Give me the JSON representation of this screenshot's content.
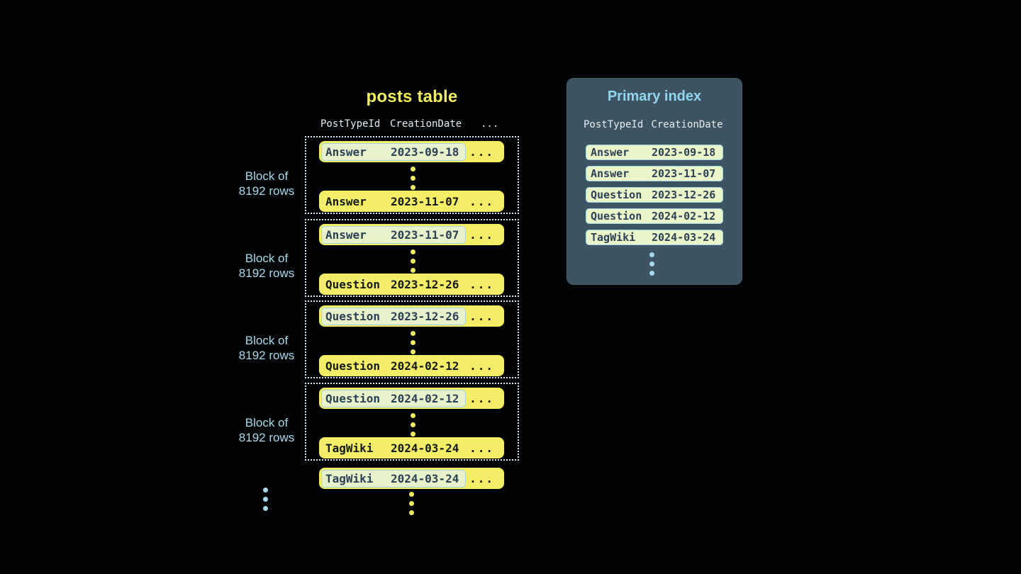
{
  "colors": {
    "background": "#020304",
    "row_yellow": "#f3ee65",
    "title_yellow": "#f2ec5f",
    "highlight_fill": "#e7f2cb",
    "highlight_border": "#9fd4e5",
    "panel_background": "#3e5463",
    "blue_text": "#8ed7ef",
    "block_label_blue": "#a7daee",
    "dotted_border": "#d6ecf4",
    "row_text_dark": "#14191f"
  },
  "posts_table": {
    "title": "posts table",
    "header": {
      "col1": "PostTypeId",
      "col2": "CreationDate",
      "col3": "..."
    },
    "block_label": {
      "line1": "Block of",
      "line2": "8192 rows"
    },
    "blocks": [
      {
        "first_row": {
          "post_type": "Answer",
          "creation_date": "2023-09-18",
          "ellipsis": "..."
        },
        "last_row": {
          "post_type": "Answer",
          "creation_date": "2023-11-07",
          "ellipsis": "..."
        }
      },
      {
        "first_row": {
          "post_type": "Answer",
          "creation_date": "2023-11-07",
          "ellipsis": "..."
        },
        "last_row": {
          "post_type": "Question",
          "creation_date": "2023-12-26",
          "ellipsis": "..."
        }
      },
      {
        "first_row": {
          "post_type": "Question",
          "creation_date": "2023-12-26",
          "ellipsis": "..."
        },
        "last_row": {
          "post_type": "Question",
          "creation_date": "2024-02-12",
          "ellipsis": "..."
        }
      },
      {
        "first_row": {
          "post_type": "Question",
          "creation_date": "2024-02-12",
          "ellipsis": "..."
        },
        "last_row": {
          "post_type": "TagWiki",
          "creation_date": "2024-03-24",
          "ellipsis": "..."
        }
      }
    ],
    "overflow_row": {
      "post_type": "TagWiki",
      "creation_date": "2024-03-24",
      "ellipsis": "..."
    }
  },
  "primary_index": {
    "title": "Primary index",
    "header": {
      "col1": "PostTypeId",
      "col2": "CreationDate"
    },
    "rows": [
      {
        "post_type": "Answer",
        "creation_date": "2023-09-18"
      },
      {
        "post_type": "Answer",
        "creation_date": "2023-11-07"
      },
      {
        "post_type": "Question",
        "creation_date": "2023-12-26"
      },
      {
        "post_type": "Question",
        "creation_date": "2024-02-12"
      },
      {
        "post_type": "TagWiki",
        "creation_date": "2024-03-24"
      }
    ]
  }
}
